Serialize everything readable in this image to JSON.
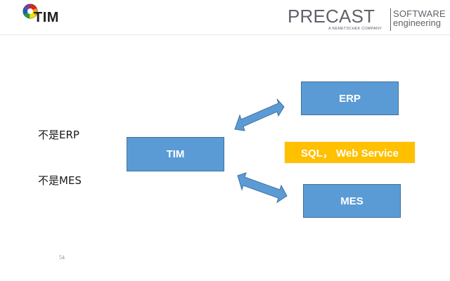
{
  "header": {
    "tim_logo_text": "TIM",
    "precast": {
      "name": "PRECAST",
      "tagline": "A NEMETSCHEK COMPANY",
      "software": "SOFTWARE",
      "engineering": "engineering"
    }
  },
  "labels": {
    "not_erp": "不是ERP",
    "not_mes": "不是MES"
  },
  "boxes": {
    "tim": "TIM",
    "erp": "ERP",
    "sql_web_service": "SQL， Web Service",
    "mes": "MES"
  },
  "page_number": "54",
  "colors": {
    "box_blue": "#5b9bd5",
    "box_border": "#41719c",
    "highlight_yellow": "#ffc000"
  }
}
